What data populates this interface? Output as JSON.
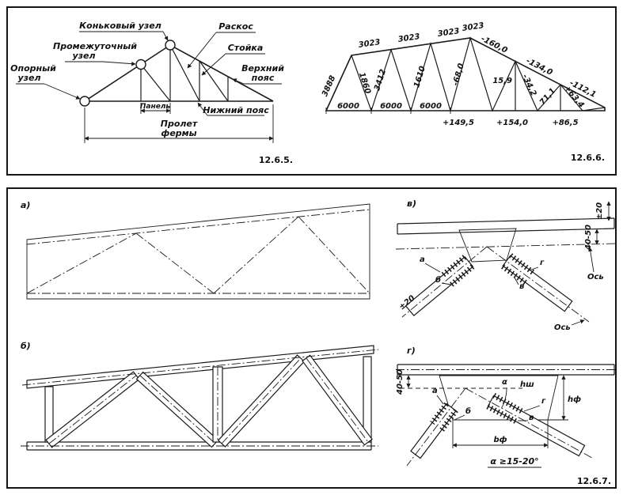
{
  "colors": {
    "ink": "#1a1a1a",
    "paper": "#ffffff"
  },
  "fig565": {
    "labels": {
      "ridge": "Коньковый узел",
      "diag": "Раскос",
      "inter1": "Промежуточный",
      "inter2": "узел",
      "post": "Стойка",
      "support1": "Опорный",
      "support2": "узел",
      "top1": "Верхний",
      "top2": "пояс",
      "panel": "Панель",
      "bottom": "Нижний пояс",
      "span1": "Пролет",
      "span2": "фермы"
    },
    "ref": "12.6.5."
  },
  "fig566": {
    "left_len": "3888",
    "top_panels": [
      "3023",
      "3023",
      "3023",
      "3023"
    ],
    "forces_top": [
      "-160,0",
      "-134,0",
      "-112,1"
    ],
    "diag_vals": [
      "1860",
      "3412",
      "1610",
      "-68,0",
      "15,9",
      "-34,2",
      "71,1",
      "+63,4"
    ],
    "bottom_spans": [
      "6000",
      "6000",
      "6000"
    ],
    "bottom_forces": [
      "+149,5",
      "+154,0",
      "+86,5"
    ],
    "ref": "12.6.6."
  },
  "fig567": {
    "sub_a": "а)",
    "sub_b": "б)",
    "sub_v": "в)",
    "sub_g": "г)",
    "v": {
      "a": "а",
      "b": "б",
      "v": "в",
      "g": "г",
      "tol_top": "±20",
      "tol_diag": "±20",
      "dim": "40-50",
      "axis1": "Ось",
      "axis2": "Ось"
    },
    "g": {
      "a": "а",
      "b": "б",
      "v": "в",
      "g": "г",
      "alpha": "α",
      "h_sh": "hш",
      "h_f": "hф",
      "b_f": "bф",
      "dim": "40-50",
      "note": "α ≥15-20°"
    },
    "ref": "12.6.7."
  }
}
